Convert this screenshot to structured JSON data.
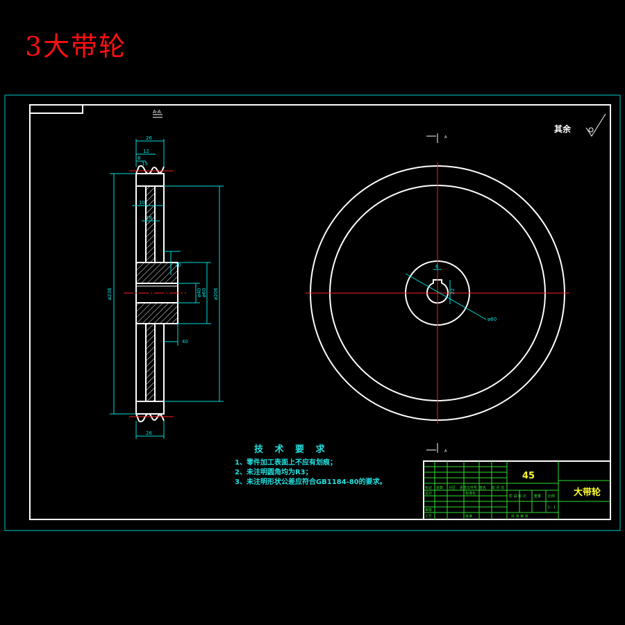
{
  "heading": "3大带轮",
  "section_label": "A-A",
  "view_marker": "A",
  "roughness_note": "其余",
  "tech_requirements": {
    "title": "技 术 要 求",
    "items": [
      "1、零件加工表面上不应有划痕；",
      "2、未注明圆角均为R3；",
      "3、未注明形状公差应符合GB1184-80的要求。"
    ]
  },
  "dimensions": {
    "width_top": "26",
    "groove_pitch": "12",
    "groove_edge": "8",
    "groove_a": "15",
    "rim_thickness": "10",
    "web_thickness": "18",
    "hub_step": "20",
    "hub_length": "40",
    "outer_dia": "ø236",
    "inner_dia": "ø206",
    "hub_dia": "ø60",
    "bore_dia": "ø40",
    "width_bottom": "26",
    "key_width": "6",
    "key_depth": "22",
    "hub_dia_front": "ø60"
  },
  "title_block": {
    "material": "45",
    "part_name": "大带轮",
    "row_labels": [
      "标记",
      "处数",
      "分区",
      "更改文件号",
      "签名",
      "年 月 日"
    ],
    "design": "设计",
    "standard": "标准化",
    "review": "审核",
    "process": "工艺",
    "approve": "批准",
    "stage_cols": [
      "阶 段 标 记",
      "重量",
      "比例"
    ],
    "scale": "1 : 1",
    "sheets": "共  张  第  张"
  },
  "colors": {
    "outline": "#ffffff",
    "dimension": "#00e0e0",
    "centerline": "#ff2020",
    "title_block": "#30e030",
    "heading": "#ff1010",
    "accent": "#ffff30"
  }
}
